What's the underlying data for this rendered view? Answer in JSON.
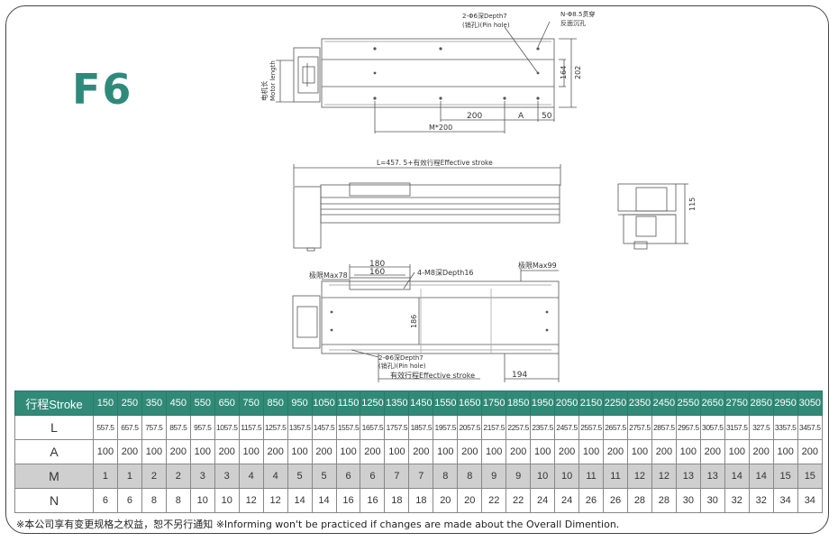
{
  "model": "F6",
  "top_view": {
    "pin_hole_note": "2-Φ6深Depth7",
    "pin_hole_note2": "(销孔)(Pin hole)",
    "through_hole_note": "N-Φ8.5贯穿",
    "through_hole_note2": "反面沉孔",
    "motor_length_cn": "电机长",
    "motor_length_en": "Motor length",
    "dim_164": "164",
    "dim_202": "202",
    "dim_200": "200",
    "dim_A": "A",
    "dim_50": "50",
    "dim_M200": "M*200"
  },
  "side_view": {
    "length_formula": "L=457. 5+有效行程Effective stroke",
    "dim_115": "115"
  },
  "bottom_view": {
    "dim_180": "180",
    "dim_160": "160",
    "tap_note": "4-M8深Depth16",
    "limit_left": "极限Max78",
    "limit_right": "极限Max99",
    "dim_186": "186",
    "pin_hole_note": "2-Φ6深Depth7",
    "pin_hole_note2": "(销孔)(Pin hole)",
    "stroke_label": "有效行程Effective stroke",
    "dim_194": "194"
  },
  "table": {
    "rows": [
      {
        "label": "行程Stroke",
        "values": [
          "150",
          "250",
          "350",
          "450",
          "550",
          "650",
          "750",
          "850",
          "950",
          "1050",
          "1150",
          "1250",
          "1350",
          "1450",
          "1550",
          "1650",
          "1750",
          "1850",
          "1950",
          "2050",
          "2150",
          "2250",
          "2350",
          "2450",
          "2550",
          "2650",
          "2750",
          "2850",
          "2950",
          "3050"
        ]
      },
      {
        "label": "L",
        "values": [
          "557.5",
          "657.5",
          "757.5",
          "857.5",
          "957.5",
          "1057.5",
          "1157.5",
          "1257.5",
          "1357.5",
          "1457.5",
          "1557.5",
          "1657.5",
          "1757.5",
          "1857.5",
          "1957.5",
          "2057.5",
          "2157.5",
          "2257.5",
          "2357.5",
          "2457.5",
          "2557.5",
          "2657.5",
          "2757.5",
          "2857.5",
          "2957.5",
          "3057.5",
          "3157.5",
          "327.5",
          "3357.5",
          "3457.5"
        ]
      },
      {
        "label": "A",
        "values": [
          "100",
          "200",
          "100",
          "200",
          "100",
          "200",
          "100",
          "200",
          "100",
          "200",
          "100",
          "200",
          "100",
          "200",
          "100",
          "200",
          "100",
          "200",
          "100",
          "200",
          "100",
          "200",
          "100",
          "200",
          "100",
          "200",
          "100",
          "200",
          "100",
          "200"
        ]
      },
      {
        "label": "M",
        "values": [
          "1",
          "1",
          "2",
          "2",
          "3",
          "3",
          "4",
          "4",
          "5",
          "5",
          "6",
          "6",
          "7",
          "7",
          "8",
          "8",
          "9",
          "9",
          "10",
          "10",
          "11",
          "11",
          "12",
          "12",
          "13",
          "13",
          "14",
          "14",
          "15",
          "15"
        ]
      },
      {
        "label": "N",
        "values": [
          "6",
          "6",
          "8",
          "8",
          "10",
          "10",
          "12",
          "12",
          "14",
          "14",
          "16",
          "16",
          "18",
          "18",
          "20",
          "20",
          "22",
          "22",
          "24",
          "24",
          "26",
          "26",
          "28",
          "28",
          "30",
          "30",
          "32",
          "32",
          "34",
          "34"
        ]
      }
    ]
  },
  "footer_note": "※本公司享有变更规格之权益，恕不另行通知 ※Informing won't be practiced if changes are made about the Overall Dimention."
}
